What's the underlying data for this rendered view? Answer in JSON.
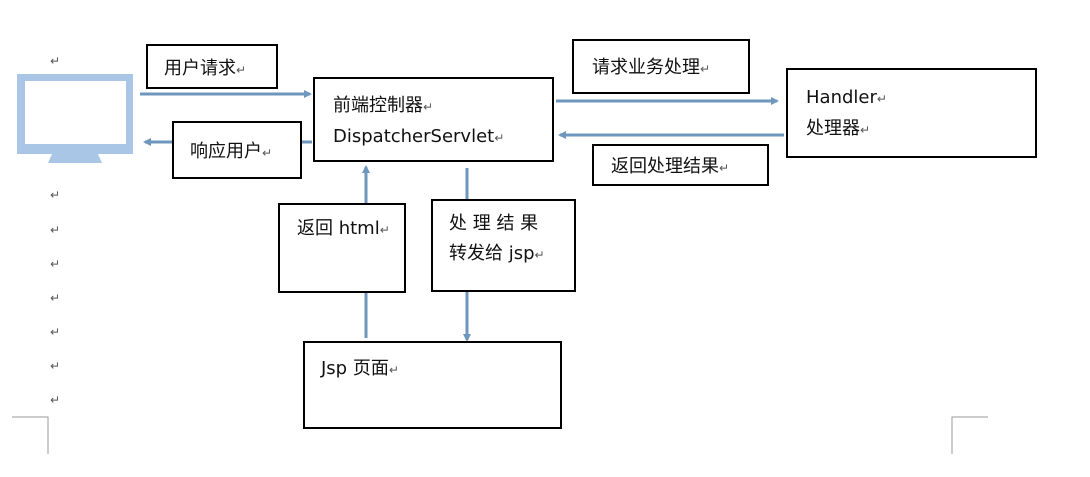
{
  "nodes": {
    "user_request": "用户请求",
    "respond_user": "响应用户",
    "front_controller": "前端控制器",
    "dispatcher": "DispatcherServlet",
    "request_business": "请求业务处理",
    "handler": "Handler",
    "handler_cn": "处理器",
    "return_result": "返回处理结果",
    "return_html": "返回 html",
    "forward_line1": "处 理 结 果",
    "forward_line2": "转发给 jsp",
    "jsp_page": "Jsp 页面"
  },
  "paragraph_mark": "↵",
  "colors": {
    "arrow": "#6f97be",
    "monitor_body": "#a9c6e6",
    "monitor_screen": "#ffffff",
    "box_border": "#000000"
  },
  "icons": [
    "monitor-icon"
  ]
}
